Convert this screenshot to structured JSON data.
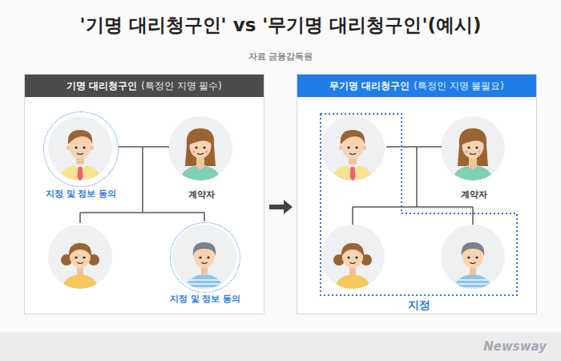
{
  "diagram": {
    "title": "'기명 대리청구인' vs '무기명 대리청구인'(예시)",
    "nodes": [
      {
        "text": [
          "기명 대리청구인",
          "(특정인 지명 필수)"
        ]
      },
      {
        "text": [
          "지정 및 정보 동의"
        ],
        "in": 0
      },
      {
        "text": [
          "계약자"
        ],
        "in": 0
      },
      {
        "text": [
          "지정 및 정보 동의"
        ],
        "in": 0
      },
      {
        "text": [
          "무기명 대리청구인",
          "(특정인 지명 불필요)"
        ]
      },
      {
        "text": [
          "지정"
        ],
        "in": 4
      },
      {
        "text": [
          "계약자"
        ],
        "in": 4
      }
    ],
    "edges": [
      {
        "from": 0,
        "to": 4,
        "arrow": "to"
      },
      {
        "from": 1,
        "to": 2,
        "arrow": "none"
      },
      {
        "from": 5,
        "to": 6,
        "arrow": "none"
      }
    ],
    "labels": [
      "자료 금융감독원",
      "Newsway"
    ]
  }
}
